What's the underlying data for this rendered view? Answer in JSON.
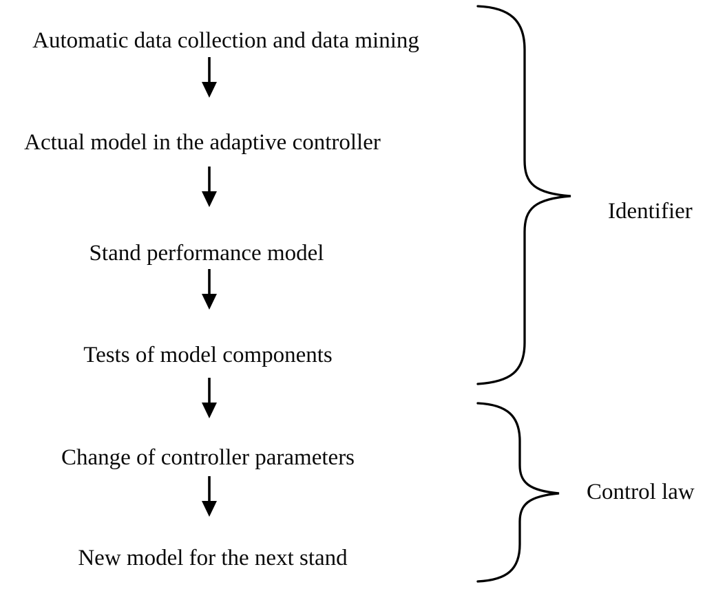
{
  "flow": {
    "steps": [
      "Automatic data collection and data mining",
      "Actual model in the adaptive controller",
      "Stand performance model",
      "Tests of model components",
      "Change of controller parameters",
      "New model for the next stand"
    ],
    "groups": [
      {
        "label": "Identifier",
        "covers_steps": "1-4"
      },
      {
        "label": "Control law",
        "covers_steps": "5-6"
      }
    ]
  },
  "colors": {
    "text": "#0a0a0a",
    "line": "#000000",
    "background": "#ffffff"
  }
}
